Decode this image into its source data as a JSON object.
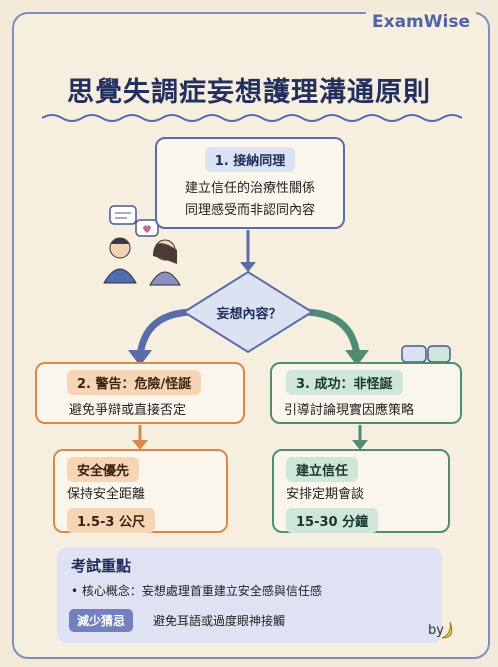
{
  "brand": "ExamWise",
  "title": "思覺失調症妄想護理溝通原則",
  "step1": {
    "label": "1. 接納同理",
    "line1": "建立信任的治療性關係",
    "line2": "同理感受而非認同內容"
  },
  "decision": {
    "label": "妄想內容？"
  },
  "warning": {
    "label": "2. 警告：危險/怪誕",
    "text": "避免爭辯或直接否定"
  },
  "safety": {
    "label": "安全優先",
    "line1": "保持安全距離",
    "line2": "1.5-3 公尺"
  },
  "success": {
    "label": "3. 成功：非怪誕",
    "text": "引導討論現實因應策略"
  },
  "trust": {
    "label": "建立信任",
    "line1": "安排定期會談",
    "line2": "15-30 分鐘"
  },
  "exam": {
    "title": "考試重點",
    "point": "• 核心概念：妄想處理首重建立安全感與信任感",
    "tag": "減少猜忌",
    "tip": "避免耳語或過度眼神接觸"
  },
  "credit": "by",
  "colors": {
    "navy": "#23305e",
    "blue": "#5a6ca9",
    "orange": "#d9884a",
    "green": "#4f8c73"
  },
  "icons": [
    "chat-people-illustration",
    "shield-icon",
    "no-arguing-icon",
    "person-distance-icon",
    "group-chat-icon",
    "calendar-clock-icon",
    "heart-eye-icon",
    "banana-icon"
  ]
}
